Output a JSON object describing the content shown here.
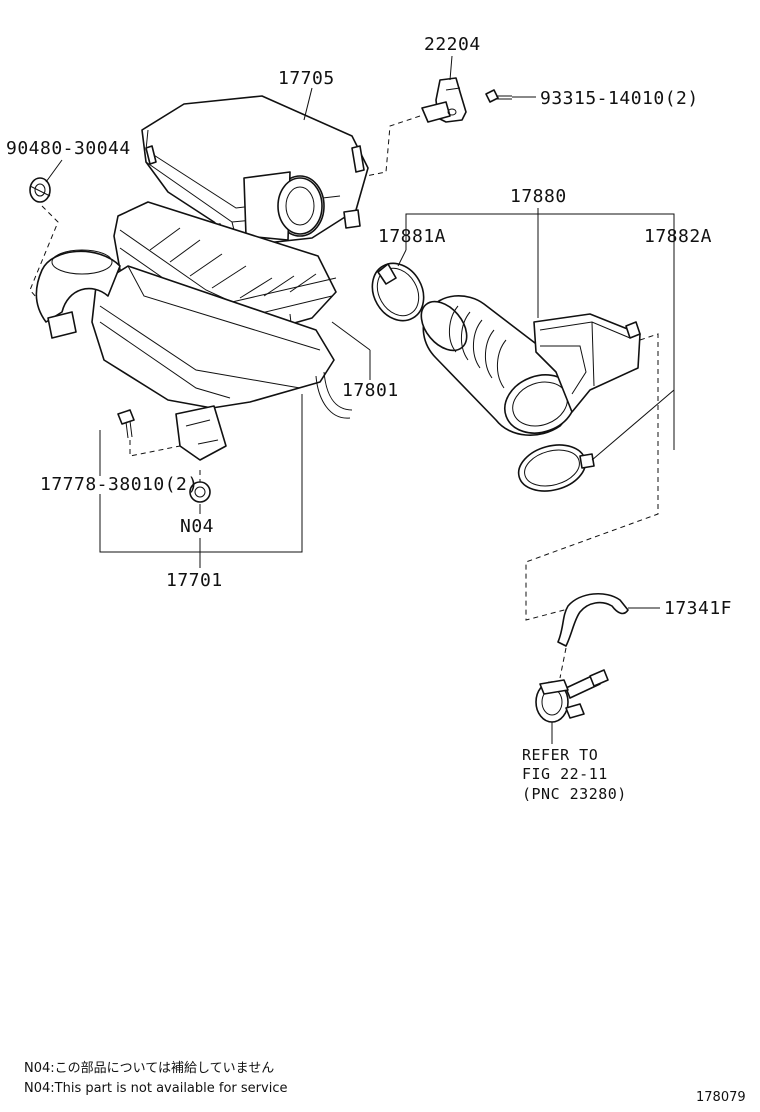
{
  "parts": {
    "p22204": "22204",
    "p93315": "93315-14010(2)",
    "p17705": "17705",
    "p90480": "90480-30044",
    "p17880": "17880",
    "p17881A": "17881A",
    "p17882A": "17882A",
    "p17801": "17801",
    "p17778": "17778-38010(2)",
    "pN04": "N04",
    "p17701": "17701",
    "p17341F": "17341F"
  },
  "reference": {
    "line1": "REFER TO",
    "line2": "FIG 22-11",
    "line3": "(PNC 23280)"
  },
  "notes": {
    "jp": "N04:この部品については補給していません",
    "en": "N04:This part is not available for service"
  },
  "figure_id": "178079"
}
